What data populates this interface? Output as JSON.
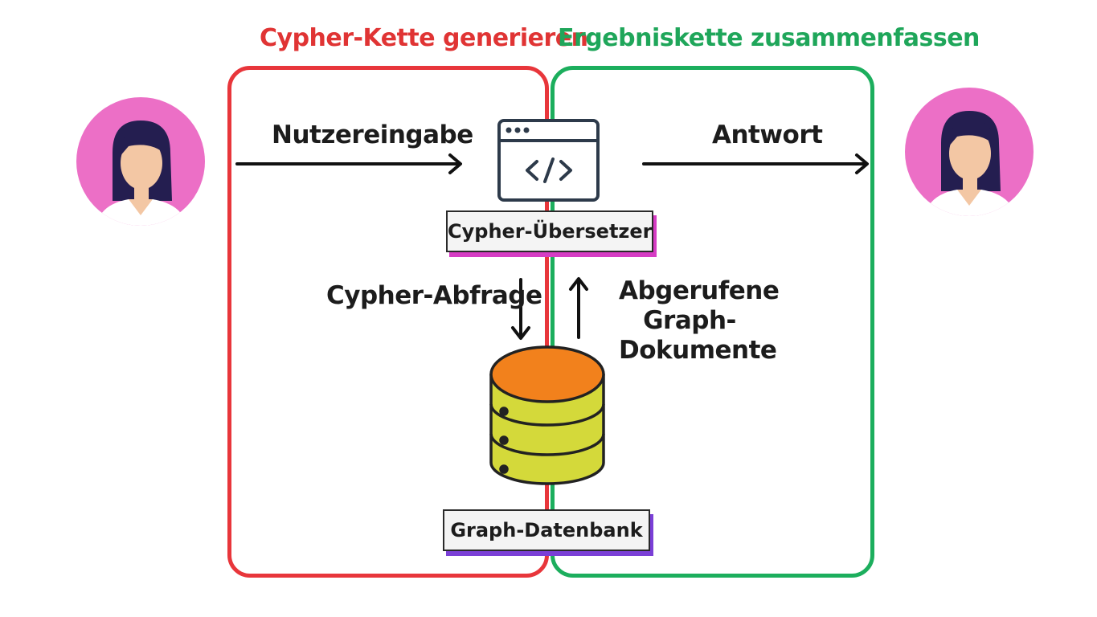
{
  "groups": {
    "generate": {
      "title": "Cypher-Kette generieren",
      "color": "#e8363b"
    },
    "summarize": {
      "title": "Ergebniskette zusammenfassen",
      "color": "#1cae5d"
    }
  },
  "nodes": {
    "translator": {
      "label": "Cypher-Übersetzer",
      "icon": "code-window-icon"
    },
    "database": {
      "label": "Graph-Datenbank",
      "icon": "database-icon"
    },
    "user_left": {
      "icon": "woman-avatar-icon"
    },
    "user_right": {
      "icon": "woman-avatar-icon"
    }
  },
  "edges": {
    "user_input": "Nutzereingabe",
    "answer": "Antwort",
    "cypher_query": "Cypher-Abfrage",
    "retrieved_docs": "Abgerufene Graph-Dokumente"
  },
  "colors": {
    "avatar_bg": "#ec6fc6",
    "hair": "#241e50",
    "skin": "#f3c7a4",
    "db_top": "#f2811c",
    "db_body": "#d4d93a"
  }
}
